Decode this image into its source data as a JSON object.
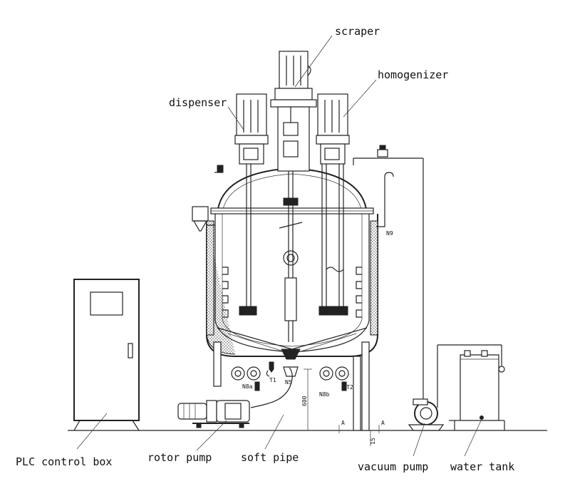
{
  "labels": {
    "scraper": "scraper",
    "homogenizer": "homogenizer",
    "dispenser": "dispenser",
    "plc_control_box": "PLC control box",
    "rotor_pump": "rotor pump",
    "soft_pipe": "soft pipe",
    "vacuum_pump": "vacuum pump",
    "water_tank": "water tank"
  },
  "tags": {
    "n9": "N9",
    "n8a": "N8a",
    "t1": "T1",
    "n5": "N5",
    "n8b": "N8b",
    "t2": "T2",
    "dim_600": "600",
    "dim_15": "15",
    "section_a_left": "A",
    "section_a_right": "A"
  }
}
